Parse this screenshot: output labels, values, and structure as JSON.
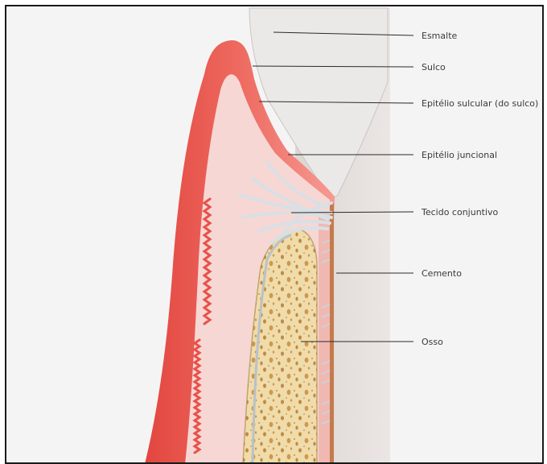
{
  "colors": {
    "background": "#f5f4f4",
    "tooth_root": "#e7e1df",
    "enamel": "#ebe9e8",
    "gingiva_outer": "#e8514a",
    "gingiva_inner": "#f7b3ad",
    "connective_tissue": "#f6d7d4",
    "bone": "#efdcaa",
    "bone_pores": "#c88d3c",
    "fibers": "#d8e0e6",
    "leader_line": "#2a2a2a"
  },
  "labels": {
    "enamel": "Esmalte",
    "sulcus": "Sulco",
    "sulcular_epithelium": "Epitélio sulcular (do sulco)",
    "junctional_epithelium": "Epitélio juncional",
    "connective_tissue": "Tecido conjuntivo",
    "cementum": "Cemento",
    "bone": "Osso"
  }
}
